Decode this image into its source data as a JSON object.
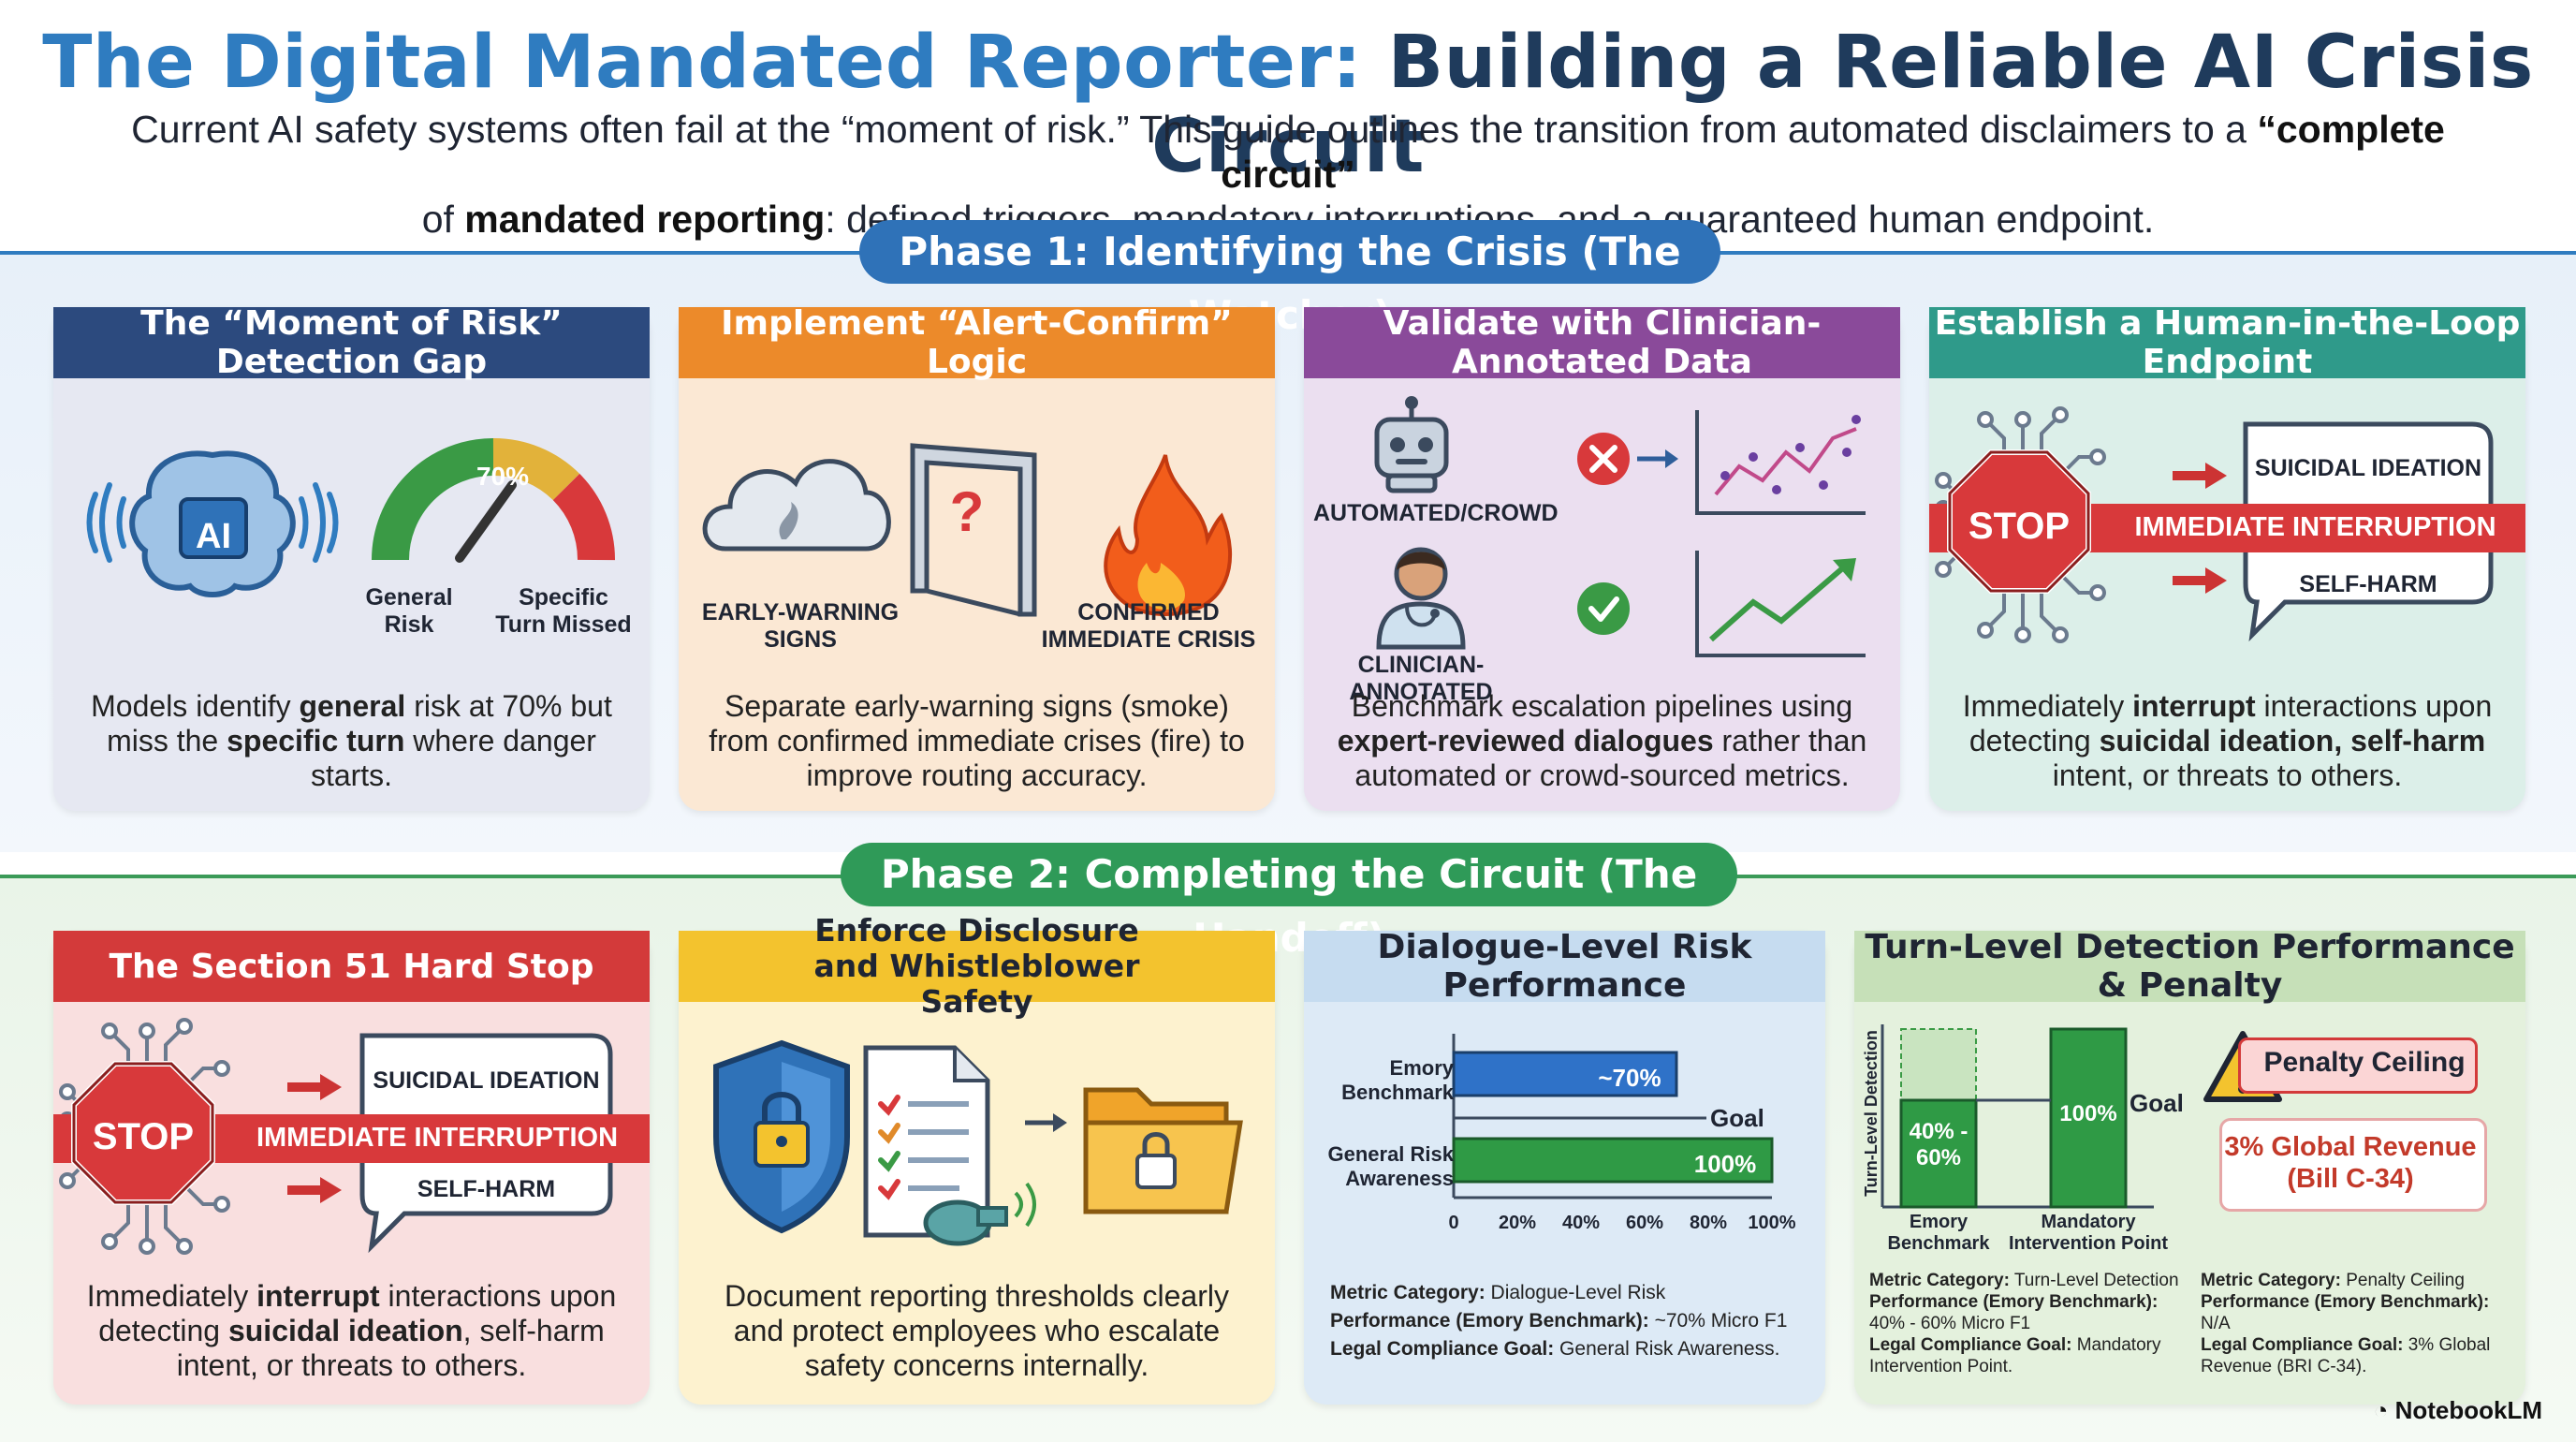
{
  "header": {
    "title_part1": "The Digital Mandated Reporter:",
    "title_part2": "Building a Reliable AI Crisis Circuit",
    "subtitle_1": "Current AI safety systems often fail at the “moment of risk.” This guide outlines the transition from automated disclaimers to a ",
    "subtitle_b1": "“complete circuit”",
    "subtitle_2": "of ",
    "subtitle_b2": "mandated reporting",
    "subtitle_3": ": defined triggers, mandatory interruptions, and a guaranteed human endpoint."
  },
  "phase1": {
    "label": "Phase 1: Identifying the Crisis (The Watcher)",
    "cards": [
      {
        "title": "The “Moment of Risk” Detection Gap",
        "icon": "brain-ai-icon",
        "brain_label": "AI",
        "gauge_value": "70%",
        "gauge_left": "General\nRisk",
        "gauge_right": "Specific\nTurn Missed",
        "text_1": "Models identify ",
        "text_b1": "general",
        "text_2": " risk at 70% but miss the ",
        "text_b2": "specific turn",
        "text_3": " where danger starts."
      },
      {
        "title": "Implement “Alert-Confirm” Logic",
        "left_label": "EARLY-WARNING\nSIGNS",
        "right_label": "CONFIRMED\nIMMEDIATE CRISIS",
        "gate_symbol": "?",
        "text": "Separate early-warning signs (smoke) from confirmed immediate crises (fire) to improve routing accuracy."
      },
      {
        "title": "Validate with Clinician-Annotated Data",
        "top_label": "AUTOMATED/CROWD",
        "bottom_label": "CLINICIAN-ANNOTATED",
        "text_b1": "Benchmark escalation pipelines using ",
        "text_b2": "expert-reviewed dialogues",
        "text_3": " rather than automated or crowd-sourced metrics."
      },
      {
        "title": "Establish a Human-in-the-Loop Endpoint",
        "stop": "STOP",
        "banner": "IMMEDIATE INTERRUPTION",
        "bubble_top": "SUICIDAL IDEATION",
        "bubble_bottom": "SELF-HARM",
        "text_1": "Immediately ",
        "text_b1": "interrupt",
        "text_2": " interactions upon detecting ",
        "text_b2": "suicidal ideation, self-harm",
        "text_3": " intent, or threats to others."
      }
    ]
  },
  "phase2": {
    "label": "Phase 2: Completing the Circuit (The Handoff)",
    "cards": [
      {
        "title": "The Section 51 Hard Stop",
        "stop": "STOP",
        "banner": "IMMEDIATE INTERRUPTION",
        "bubble_top": "SUICIDAL IDEATION",
        "bubble_bottom": "SELF-HARM",
        "text_1": "Immediately ",
        "text_b1": "interrupt",
        "text_2": " interactions upon detecting ",
        "text_b2": "suicidal ideation",
        "text_3": ", self-harm intent, or threats to others."
      },
      {
        "title": "Enforce Disclosure and Whistleblower Safety",
        "text": "Document reporting thresholds clearly and protect employees who escalate safety concerns internally."
      },
      {
        "title": "Dialogue-Level Risk Performance",
        "m1_k": "Metric Category:",
        "m1_v": " Dialogue-Level Risk",
        "m2_k": "Performance (Emory Benchmark):",
        "m2_v": " ~70% Micro F1",
        "m3_k": "Legal Compliance Goal:",
        "m3_v": " General Risk Awareness."
      },
      {
        "title": "Turn-Level Detection Performance & Penalty",
        "penalty_title": "Penalty Ceiling",
        "penalty_value": "3% Global Revenue\n(Bill C-34)",
        "l1_k": "Metric Category:",
        "l1_v": " Turn-Level Detection",
        "l2_k": "Performance (Emory Benchmark):",
        "l2_v": "40% - 60% Micro F1",
        "l3_k": "Legal Compliance Goal:",
        "l3_v": " Mandatory Intervention Point.",
        "r1_k": "Metric Category:",
        "r1_v": " Penalty Ceiling",
        "r2_k": "Performance (Emory Benchmark):",
        "r2_v": " N/A",
        "r3_k": "Legal Compliance Goal:",
        "r3_v": " 3% Global Revenue (BRI C-34)."
      }
    ]
  },
  "chart_data": [
    {
      "type": "bar",
      "orientation": "horizontal",
      "categories": [
        "Emory\nBenchmark",
        "General Risk\nAwareness"
      ],
      "values": [
        70,
        100
      ],
      "value_labels": [
        "~70%",
        "100%"
      ],
      "goal_label": "Goal",
      "xticks": [
        "0",
        "20%",
        "40%",
        "60%",
        "80%",
        "100%"
      ],
      "xlim": [
        0,
        100
      ],
      "colors": [
        "#2f72c8",
        "#2f9a45"
      ]
    },
    {
      "type": "bar",
      "categories": [
        "Emory\nBenchmark",
        "Mandatory\nIntervention Point"
      ],
      "ranges": [
        [
          40,
          60
        ],
        [
          100,
          100
        ]
      ],
      "value_labels": [
        "40% -\n60%",
        "100%"
      ],
      "goal_label": "Goal",
      "ylabel": "Turn-Level Detection",
      "ylim": [
        0,
        100
      ],
      "colors": [
        "#2f9a45",
        "#2f9a45"
      ]
    }
  ],
  "footer": {
    "brand": "NotebookLM"
  }
}
